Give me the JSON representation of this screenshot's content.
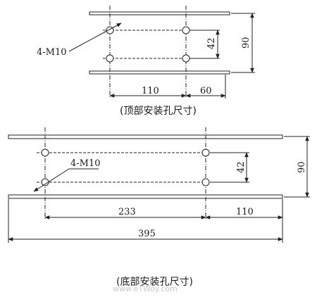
{
  "top_view": {
    "hole_label": "4-M10",
    "dim_horizontal_left": "110",
    "dim_horizontal_right": "60",
    "dim_vertical_inner": "42",
    "dim_vertical_outer": "90",
    "caption": "(顶部安装孔尺寸)"
  },
  "bottom_view": {
    "hole_label": "4-M10",
    "dim_horizontal_left": "233",
    "dim_horizontal_right": "110",
    "dim_horizontal_total": "395",
    "dim_vertical_inner": "42",
    "dim_vertical_outer": "90",
    "caption": "(底部安装孔尺寸)"
  },
  "watermark": "www.eTWoy.com"
}
